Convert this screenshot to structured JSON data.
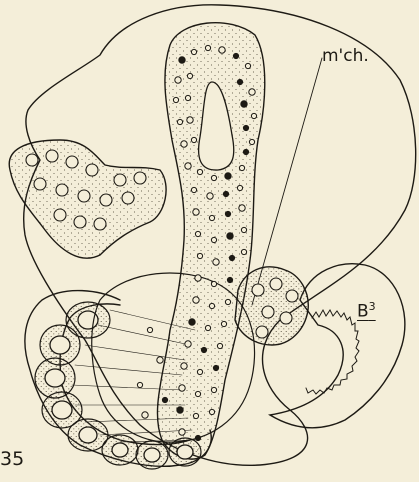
{
  "figure": {
    "number": "35",
    "labels": {
      "mch": "m'ch.",
      "b3_main": "B",
      "b3_sup": "3"
    },
    "colors": {
      "background": "#f4eed9",
      "ink": "#1d1a14"
    }
  }
}
